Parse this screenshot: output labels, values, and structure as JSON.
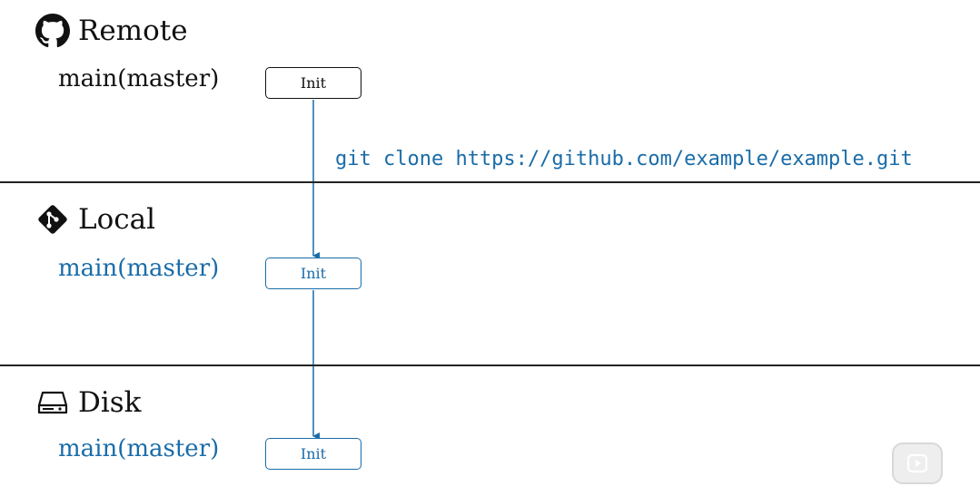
{
  "sections": {
    "remote": {
      "title": "Remote",
      "branch": "main(master)",
      "commit": "Init",
      "icon": "github-icon"
    },
    "local": {
      "title": "Local",
      "branch": "main(master)",
      "commit": "Init",
      "icon": "git-icon"
    },
    "disk": {
      "title": "Disk",
      "branch": "main(master)",
      "commit": "Init",
      "icon": "hard-drive-icon"
    }
  },
  "command": "git clone https://github.com/example/example.git",
  "colors": {
    "accent": "#1a6ca8",
    "text": "#111111",
    "divider": "#222222"
  }
}
